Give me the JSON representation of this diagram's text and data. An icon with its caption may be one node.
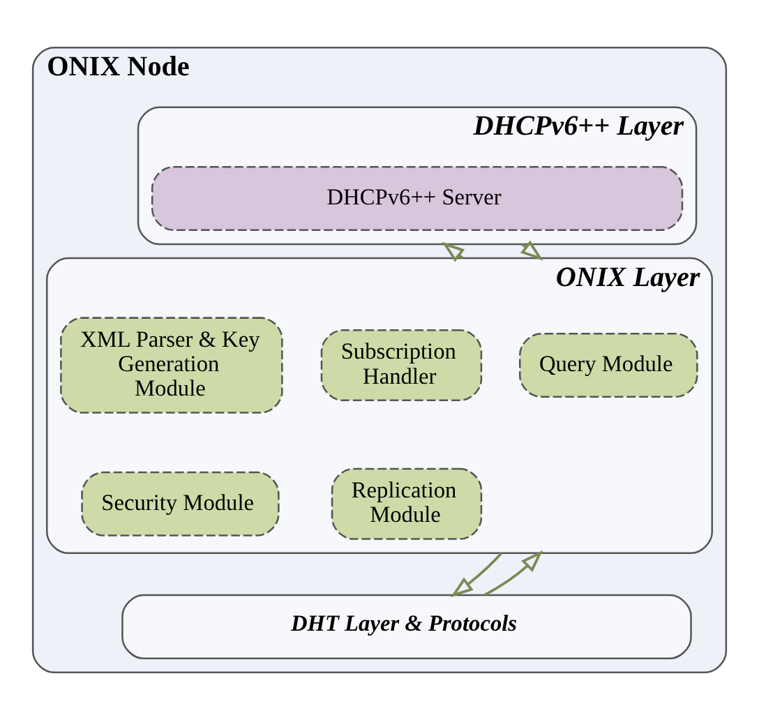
{
  "diagram": {
    "nodes": [
      {
        "text": [
          "ONIX Node"
        ]
      },
      {
        "text": [
          "DHCPv6++ Layer"
        ],
        "in": 0
      },
      {
        "text": [
          "DHCPv6++ Server"
        ],
        "in": 1
      },
      {
        "text": [
          "ONIX Layer"
        ],
        "in": 0
      },
      {
        "text": [
          "XML Parser & Key Generation Module"
        ],
        "in": 3
      },
      {
        "text": [
          "Query Module"
        ],
        "in": 3
      },
      {
        "text": [
          "Subscription Handler"
        ],
        "in": 3
      },
      {
        "text": [
          "Security Module"
        ],
        "in": 3
      },
      {
        "text": [
          "Replication Module"
        ],
        "in": 3
      },
      {
        "text": [
          "DHT Layer & Protocols"
        ],
        "in": 0
      }
    ],
    "edges": [
      {
        "from": 1,
        "to": 3,
        "arrow": "to"
      },
      {
        "from": 3,
        "to": 1,
        "arrow": "to"
      },
      {
        "from": 3,
        "to": 9,
        "arrow": "to"
      },
      {
        "from": 9,
        "to": 3,
        "arrow": "to"
      }
    ]
  }
}
